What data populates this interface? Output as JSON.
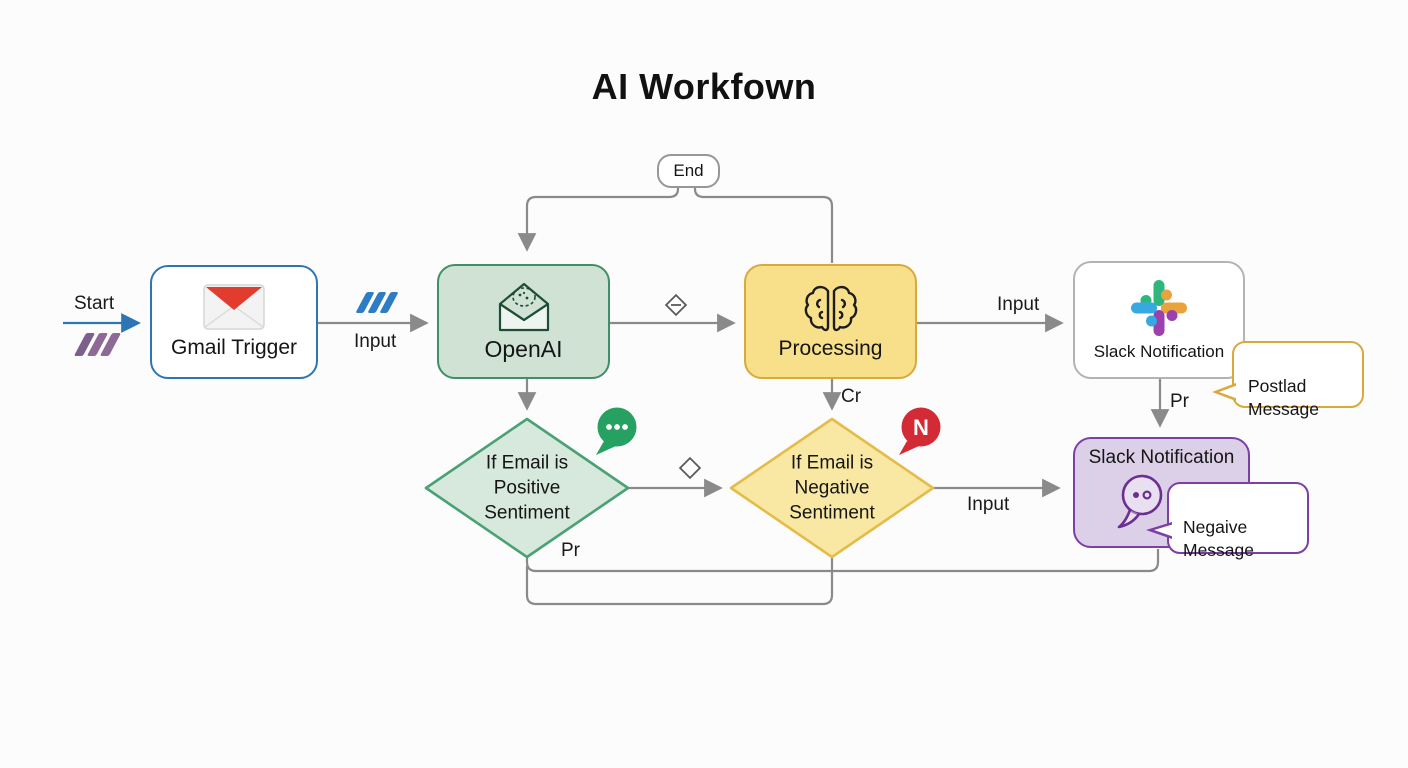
{
  "title": "AI Workfown",
  "nodes": {
    "end": {
      "label": "End"
    },
    "gmail": {
      "label": "Gmail Trigger"
    },
    "openai": {
      "label": "OpenAI"
    },
    "processing": {
      "label": "Processing"
    },
    "slack_top": {
      "label": "Slack Notification"
    },
    "positive": {
      "label": "If Email is\nPositive\nSentiment"
    },
    "negative": {
      "label": "If Email is\nNegative\nSentiment"
    },
    "slack_bottom": {
      "label": "Slack Notification"
    }
  },
  "bubbles": {
    "posted": {
      "label": "Postlad\nMessage"
    },
    "negative": {
      "label": "Negaive\nMessage"
    }
  },
  "labels": {
    "start": "Start",
    "input_start": "Input",
    "input_slack": "Input",
    "input_negative": "Input",
    "cr": "Cr",
    "pr_slack": "Pr",
    "pr_positive": "Pr"
  },
  "icons": {
    "gmail": "gmail-envelope-icon",
    "openai": "envelope-brain-icon",
    "processing": "brain-icon",
    "slack": "slack-logo-icon",
    "slack_message": "chat-bubble-outline-icon",
    "positive_chat": "chat-bubble-dots-icon",
    "negative_chat": "chat-bubble-letter-icon",
    "negative_badge_letter": "N",
    "start_slashes": "triple-slash-icon",
    "input_slashes": "triple-slash-icon",
    "connector_diamond": "diamond-connector-icon"
  },
  "colors": {
    "background": "#fcfcfc",
    "edge": "#8a8a8a",
    "accent_blue": "#2e75b6",
    "green_fill": "#cfe2d4",
    "green_border": "#3f9066",
    "yellow_fill": "#f8e08a",
    "yellow_border": "#d9a93c",
    "purple_fill": "#dcd0e9",
    "purple_border": "#7c3fa5",
    "chat_green": "#27a162",
    "chat_red": "#d32b35",
    "slash_blue": "#2e7cc3",
    "slash_purple": "#8d6a96",
    "slack_blue": "#36a9e0",
    "slack_green": "#2EB67D",
    "slack_orange": "#e8a33d",
    "slack_purple": "#9c3faf",
    "gmail_red": "#e23c2e"
  }
}
